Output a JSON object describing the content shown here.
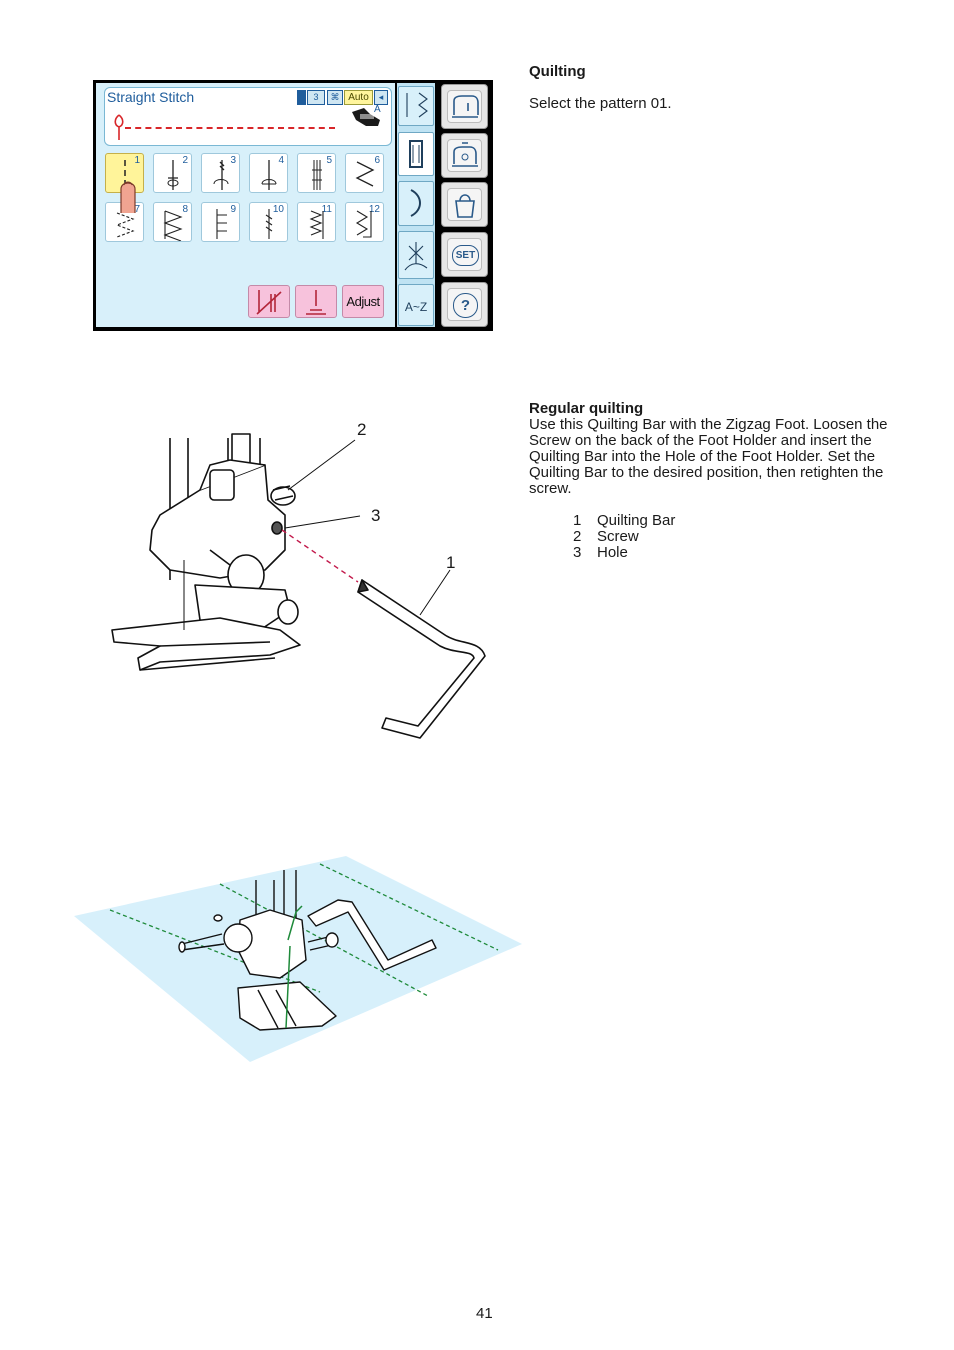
{
  "lcd": {
    "title": "Straight Stitch",
    "header_icons": {
      "auto": "Auto",
      "mode_letter": "A",
      "tension_badge": "3"
    },
    "patterns": [
      {
        "number": "1",
        "selected": true
      },
      {
        "number": "2"
      },
      {
        "number": "3"
      },
      {
        "number": "4"
      },
      {
        "number": "5"
      },
      {
        "number": "6"
      },
      {
        "number": "7"
      },
      {
        "number": "8"
      },
      {
        "number": "9"
      },
      {
        "number": "10"
      },
      {
        "number": "11"
      },
      {
        "number": "12"
      }
    ],
    "toolbar": {
      "adjust": "Adjust"
    },
    "rail": {
      "az": "A~Z"
    },
    "side": {
      "set": "SET",
      "help": "?"
    }
  },
  "section": {
    "heading": "Quilting",
    "intro": "Select the pattern 01."
  },
  "regular": {
    "heading": "Regular quilting",
    "body_lines": [
      "Use this Quilting Bar with the Zigzag Foot. Loosen the",
      "Screw on the back of the Foot Holder and insert the",
      "Quilting Bar into the Hole of the Foot Holder. Set the",
      "Quilting Bar to the desired position, then retighten the",
      "screw."
    ],
    "legend": [
      {
        "n": "1",
        "label": "Quilting Bar"
      },
      {
        "n": "2",
        "label": "Screw"
      },
      {
        "n": "3",
        "label": "Hole"
      }
    ]
  },
  "figure1": {
    "callouts": [
      "2",
      "3",
      "1"
    ]
  },
  "page_number": "41"
}
